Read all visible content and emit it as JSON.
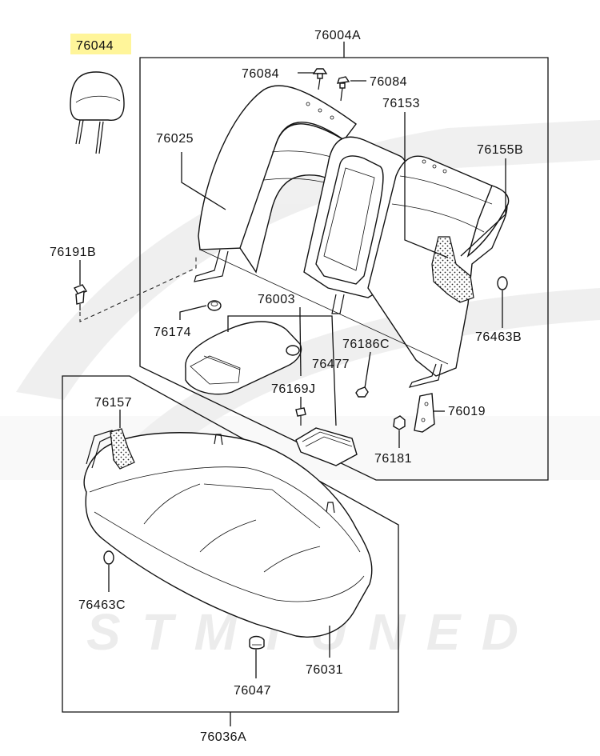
{
  "diagram": {
    "watermark": "STMTUNED",
    "parts": {
      "p76044": "76044",
      "p76004A": "76004A",
      "p76084a": "76084",
      "p76084b": "76084",
      "p76153": "76153",
      "p76025": "76025",
      "p76155B": "76155B",
      "p76191B": "76191B",
      "p76003": "76003",
      "p76174": "76174",
      "p76463B": "76463B",
      "p76186C": "76186C",
      "p76477": "76477",
      "p76169J": "76169J",
      "p76157": "76157",
      "p76019": "76019",
      "p76181": "76181",
      "p76463C": "76463C",
      "p76031": "76031",
      "p76047": "76047",
      "p76036A": "76036A"
    },
    "highlight_color": "#fff59a",
    "highlighted_part": "76044"
  }
}
